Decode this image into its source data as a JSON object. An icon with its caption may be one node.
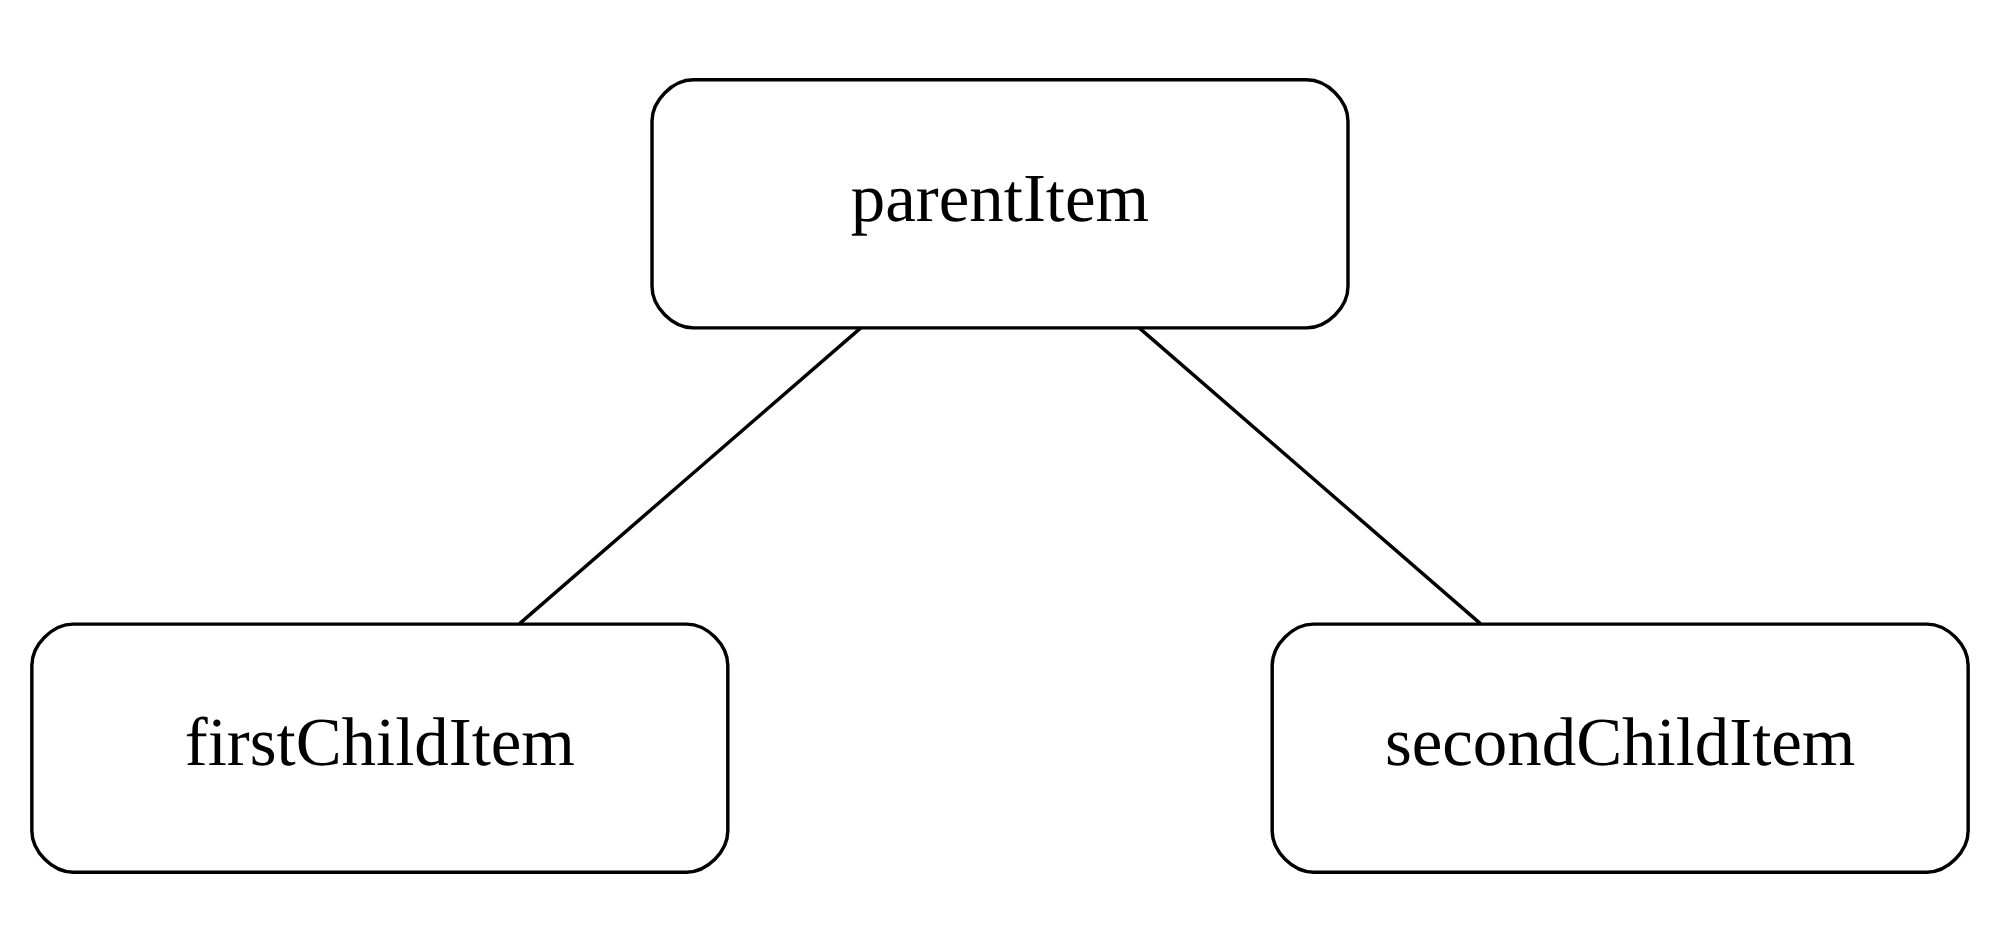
{
  "diagram": {
    "nodes": [
      {
        "text": [
          "parentItem"
        ]
      },
      {
        "text": [
          "firstChildItem"
        ]
      },
      {
        "text": [
          "secondChildItem"
        ]
      }
    ],
    "edges": [
      {
        "from": 0,
        "to": 1,
        "arrow": "none"
      },
      {
        "from": 0,
        "to": 2,
        "arrow": "none"
      }
    ]
  }
}
